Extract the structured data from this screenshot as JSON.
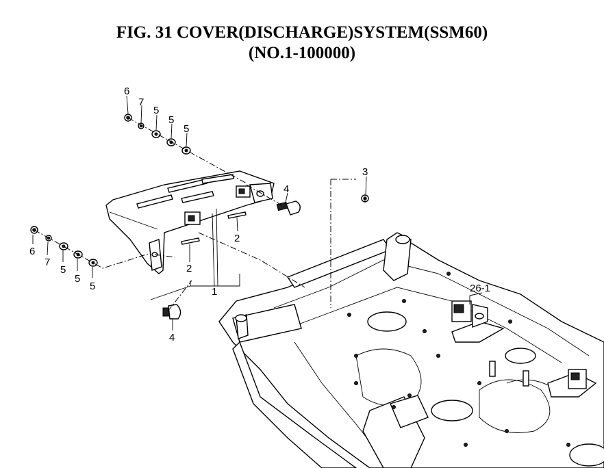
{
  "title": {
    "line1": "FIG. 31  COVER(DISCHARGE)SYSTEM(SSM60)",
    "line2": "(NO.1-100000)"
  },
  "callouts": {
    "p1": "1",
    "p2a": "2",
    "p2b": "2",
    "p3": "3",
    "p4a": "4",
    "p4b": "4",
    "p5a": "5",
    "p5b": "5",
    "p5c": "5",
    "p5d": "5",
    "p5e": "5",
    "p5f": "5",
    "p6a": "6",
    "p6b": "6",
    "p7a": "7",
    "p7b": "7",
    "p26": "26-1"
  }
}
